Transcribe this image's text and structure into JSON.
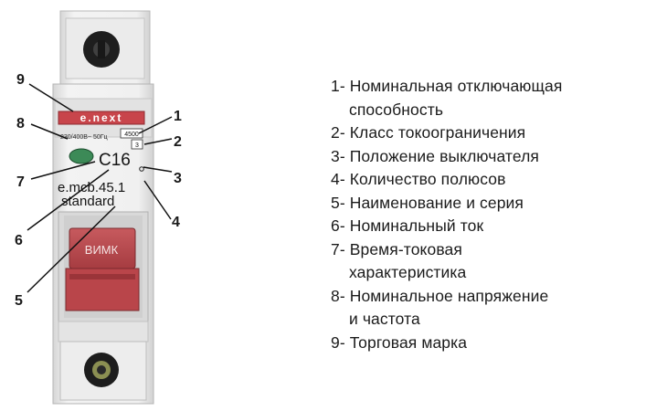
{
  "breaker": {
    "brand": "e.next",
    "rating": "C16",
    "series": "e.mcb.45.1",
    "line": "standard",
    "handle_mark": "ВИМК",
    "voltage_freq": "230/400В~ 50Гц",
    "breaking_capacity": "4500",
    "current_class": "3",
    "colors": {
      "body": "#e9e9e9",
      "handle": "#b64a4e",
      "label_band": "#c8454b",
      "indicator": "#3c8a57"
    }
  },
  "callouts": [
    {
      "number": "1"
    },
    {
      "number": "2"
    },
    {
      "number": "3"
    },
    {
      "number": "4"
    },
    {
      "number": "5"
    },
    {
      "number": "6"
    },
    {
      "number": "7"
    },
    {
      "number": "8"
    },
    {
      "number": "9"
    }
  ],
  "legend": [
    {
      "num": "1- ",
      "text": "Номинальная отключающая",
      "cont": "способность"
    },
    {
      "num": "2- ",
      "text": "Класс токоограничения",
      "cont": ""
    },
    {
      "num": "3- ",
      "text": "Положение выключателя",
      "cont": ""
    },
    {
      "num": "4- ",
      "text": "Количество полюсов",
      "cont": ""
    },
    {
      "num": "5- ",
      "text": "Наименование и серия",
      "cont": ""
    },
    {
      "num": "6- ",
      "text": "Номинальный ток",
      "cont": ""
    },
    {
      "num": "7- ",
      "text": "Время-токовая",
      "cont": "характеристика"
    },
    {
      "num": "8- ",
      "text": "Номинальное напряжение",
      "cont": "и частота"
    },
    {
      "num": "9- ",
      "text": "Торговая марка",
      "cont": ""
    }
  ]
}
